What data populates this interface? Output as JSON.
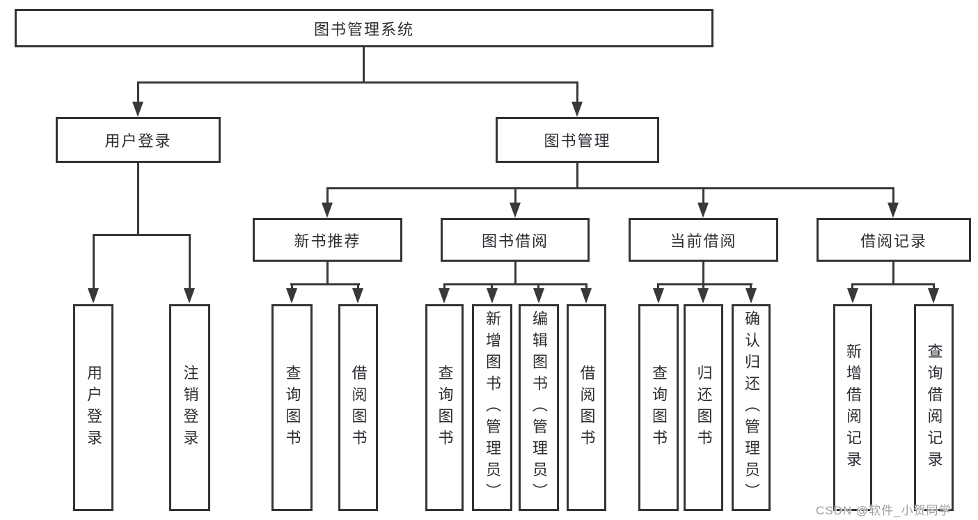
{
  "diagram": {
    "title": "图书管理系统",
    "level2": [
      "用户登录",
      "图书管理"
    ],
    "level3": [
      "新书推荐",
      "图书借阅",
      "当前借阅",
      "借阅记录"
    ],
    "leaves": [
      "用户登录",
      "注销登录",
      "查询图书",
      "借阅图书",
      "查询图书",
      "新增图书（管理员）",
      "编辑图书（管理员）",
      "借阅图书",
      "查询图书",
      "归还图书",
      "确认归还（管理员）",
      "新增借阅记录",
      "查询借阅记录"
    ]
  },
  "watermark": {
    "text": "CSDN @软件_小贺同学",
    "color": "#9e9e9e"
  },
  "colors": {
    "line": "#383838",
    "box_border": "#333333",
    "text": "#2b2d33",
    "background": "#ffffff"
  }
}
